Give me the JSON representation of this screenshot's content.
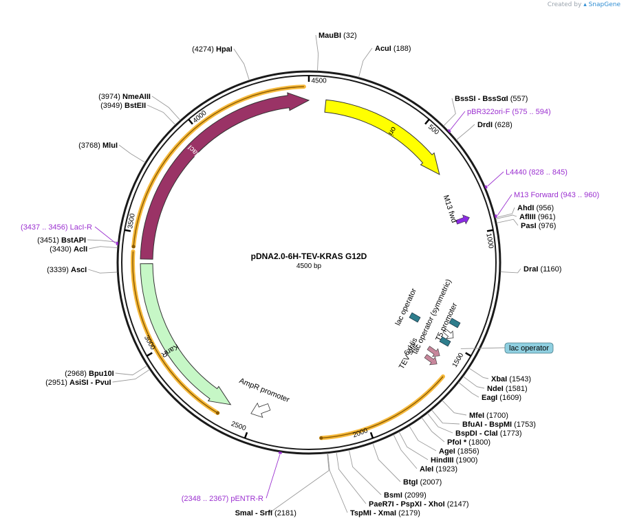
{
  "credit": {
    "prefix": "Created by",
    "brand": "SnapGene"
  },
  "plasmid": {
    "name": "pDNA2.0-6H-TEV-KRAS G12D",
    "size_label": "4500 bp",
    "length": 4500
  },
  "colors": {
    "backbone": "#1a1a1a",
    "primer": "#9b30d0",
    "ori": "#ffff00",
    "lacI": "#9a3366",
    "kanR": "#c6f7c6",
    "operator": "#2e7d8c",
    "his": "#c7869b",
    "promoter": "#ffffff",
    "orf_highlight": "#f6b93b",
    "label_box": "#8fcfe0"
  },
  "ticks": [
    {
      "bp": 500,
      "label": "500"
    },
    {
      "bp": 1000,
      "label": "1000"
    },
    {
      "bp": 1500,
      "label": "1500"
    },
    {
      "bp": 2000,
      "label": "2000"
    },
    {
      "bp": 2500,
      "label": "2500"
    },
    {
      "bp": 3000,
      "label": "3000"
    },
    {
      "bp": 3500,
      "label": "3500"
    },
    {
      "bp": 4000,
      "label": "4000"
    },
    {
      "bp": 4500,
      "label": "4500"
    }
  ],
  "features": [
    {
      "name": "ori",
      "label": "ori",
      "start": 75,
      "end": 700,
      "dir": 1,
      "color": "#ffff00",
      "arrow_label": true
    },
    {
      "name": "lacI",
      "label": "lacI",
      "start": 3390,
      "end": 4500,
      "dir": 1,
      "color": "#9a3366",
      "arrow_label": true,
      "label_color": "#ffffff"
    },
    {
      "name": "kanR",
      "label": "KanR",
      "start": 2610,
      "end": 3370,
      "dir": -1,
      "color": "#c6f7c6",
      "arrow_label": true
    }
  ],
  "small_features": [
    {
      "name": "M13 fwd",
      "label": "M13 fwd",
      "bp": 952,
      "kind": "arrow",
      "color": "#8a2be2"
    },
    {
      "name": "lac operator",
      "label": "lac operator",
      "bp": 1385,
      "kind": "box",
      "color": "#2e7d8c"
    },
    {
      "name": "lac operator (symmetric)",
      "label": "lac operator (symmetric)",
      "bp": 1432,
      "kind": "box",
      "color": "#2e7d8c"
    },
    {
      "name": "T5 promoter",
      "label": "T5 promoter",
      "bp": 1460,
      "kind": "promoter",
      "color": "#ffffff"
    },
    {
      "name": "lac operator 2",
      "label": "",
      "bp": 1495,
      "kind": "box",
      "color": "#2e7d8c"
    },
    {
      "name": "6xHis",
      "label": "6xHis",
      "bp": 1570,
      "kind": "arrow",
      "color": "#c7869b"
    },
    {
      "name": "TEV site",
      "label": "TEV site",
      "bp": 1605,
      "kind": "arrow",
      "color": "#c7869b"
    },
    {
      "name": "AmpR promoter",
      "label": "AmpR promoter",
      "bp": 2580,
      "kind": "promoter",
      "color": "#ffffff"
    }
  ],
  "orf_arcs": [
    {
      "start": 1630,
      "end": 2200
    },
    {
      "start": 2640,
      "end": 3420
    },
    {
      "start": 3440,
      "end": 4480
    }
  ],
  "sites": [
    {
      "name": "MauBI",
      "pos": "(32)",
      "bp": 32
    },
    {
      "name": "AcuI",
      "pos": "(188)",
      "bp": 188
    },
    {
      "name": "BssSI  -  BssSαI",
      "pos": "(557)",
      "bp": 557
    },
    {
      "name": "DrdI",
      "pos": "(628)",
      "bp": 628
    },
    {
      "name": "AhdI",
      "pos": "(956)",
      "bp": 956
    },
    {
      "name": "AflIII",
      "pos": "(961)",
      "bp": 961
    },
    {
      "name": "PasI",
      "pos": "(976)",
      "bp": 976
    },
    {
      "name": "DraI",
      "pos": "(1160)",
      "bp": 1160
    },
    {
      "name": "XbaI",
      "pos": "(1543)",
      "bp": 1543
    },
    {
      "name": "NdeI",
      "pos": "(1581)",
      "bp": 1581
    },
    {
      "name": "EagI",
      "pos": "(1609)",
      "bp": 1609
    },
    {
      "name": "MfeI",
      "pos": "(1700)",
      "bp": 1700
    },
    {
      "name": "BfuAI  -  BspMI",
      "pos": "(1753)",
      "bp": 1753
    },
    {
      "name": "BspDI  -  ClaI",
      "pos": "(1773)",
      "bp": 1773
    },
    {
      "name": "PfoI *",
      "pos": "(1800)",
      "bp": 1800
    },
    {
      "name": "AgeI",
      "pos": "(1856)",
      "bp": 1856
    },
    {
      "name": "HindIII",
      "pos": "(1900)",
      "bp": 1900
    },
    {
      "name": "AleI",
      "pos": "(1923)",
      "bp": 1923
    },
    {
      "name": "BtgI",
      "pos": "(2007)",
      "bp": 2007
    },
    {
      "name": "BsmI",
      "pos": "(2099)",
      "bp": 2099
    },
    {
      "name": "PaeR7I  -  PspXI  -  XhoI",
      "pos": "(2147)",
      "bp": 2147
    },
    {
      "name": "TspMI  -  XmaI",
      "pos": "(2179)",
      "bp": 2179
    },
    {
      "name": "SmaI  -  SrfI",
      "pos": "(2181)",
      "bp": 2181
    },
    {
      "name": "Bpu10I",
      "pos": "(2968)",
      "bp": 2968
    },
    {
      "name": "AsiSI  -  PvuI",
      "pos": "(2951)",
      "bp": 2951
    },
    {
      "name": "AscI",
      "pos": "(3339)",
      "bp": 3339
    },
    {
      "name": "AclI",
      "pos": "(3430)",
      "bp": 3430
    },
    {
      "name": "BstAPI",
      "pos": "(3451)",
      "bp": 3451
    },
    {
      "name": "MluI",
      "pos": "(3768)",
      "bp": 3768
    },
    {
      "name": "BstEII",
      "pos": "(3949)",
      "bp": 3949
    },
    {
      "name": "NmeAIII",
      "pos": "(3974)",
      "bp": 3974
    },
    {
      "name": "HpaI",
      "pos": "(4274)",
      "bp": 4274
    }
  ],
  "primers": [
    {
      "name": "pBR322ori-F",
      "range": "(575 .. 594)",
      "bp": 585
    },
    {
      "name": "L4440",
      "range": "(828 .. 845)",
      "bp": 836
    },
    {
      "name": "M13 Forward",
      "range": "(943 .. 960)",
      "bp": 951
    },
    {
      "name": "pENTR-R",
      "range": "(2348 .. 2367)",
      "bp": 2357
    },
    {
      "name": "LacI-R",
      "range": "(3437 .. 3456)",
      "bp": 3446
    }
  ],
  "callout": {
    "label": "lac operator",
    "bp": 1495
  }
}
